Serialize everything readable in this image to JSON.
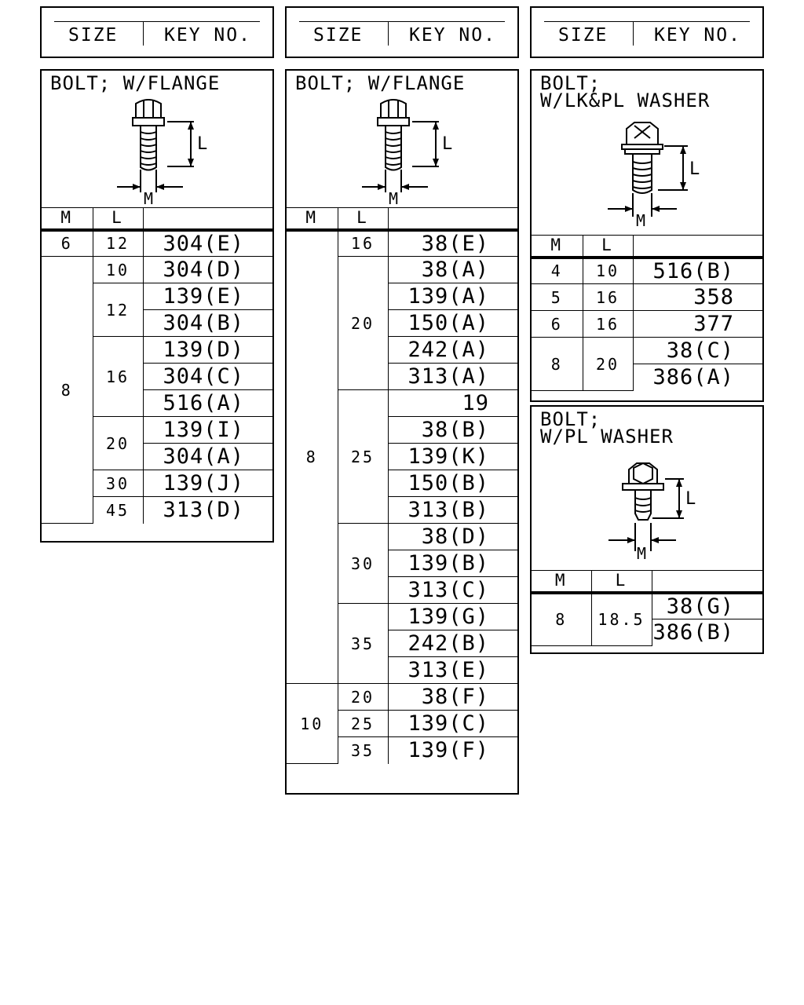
{
  "headers": [
    {
      "size": "SIZE",
      "key": "KEY NO."
    },
    {
      "size": "SIZE",
      "key": "KEY NO."
    },
    {
      "size": "SIZE",
      "key": "KEY NO."
    }
  ],
  "dimension_labels": {
    "length": "L",
    "diameter": "M"
  },
  "columns": {
    "m": "M",
    "l": "L"
  },
  "panels": [
    {
      "title": "BOLT; W/FLANGE",
      "groups": [
        {
          "m": "6",
          "lengths": [
            {
              "l": "12",
              "keys": [
                "304(E)"
              ]
            }
          ]
        },
        {
          "m": "8",
          "lengths": [
            {
              "l": "10",
              "keys": [
                "304(D)"
              ]
            },
            {
              "l": "12",
              "keys": [
                "139(E)",
                "304(B)"
              ]
            },
            {
              "l": "16",
              "keys": [
                "139(D)",
                "304(C)",
                "516(A)"
              ]
            },
            {
              "l": "20",
              "keys": [
                "139(I)",
                "304(A)"
              ]
            },
            {
              "l": "30",
              "keys": [
                "139(J)"
              ]
            },
            {
              "l": "45",
              "keys": [
                "313(D)"
              ]
            }
          ]
        }
      ]
    },
    {
      "title": "BOLT; W/FLANGE",
      "groups": [
        {
          "m": "8",
          "lengths": [
            {
              "l": "16",
              "keys": [
                "38(E)"
              ]
            },
            {
              "l": "20",
              "keys": [
                "38(A)",
                "139(A)",
                "150(A)",
                "242(A)",
                "313(A)"
              ]
            },
            {
              "l": "25",
              "keys": [
                "19",
                "38(B)",
                "139(K)",
                "150(B)",
                "313(B)"
              ]
            },
            {
              "l": "30",
              "keys": [
                "38(D)",
                "139(B)",
                "313(C)"
              ]
            },
            {
              "l": "35",
              "keys": [
                "139(G)",
                "242(B)",
                "313(E)"
              ]
            }
          ]
        },
        {
          "m": "10",
          "lengths": [
            {
              "l": "20",
              "keys": [
                "38(F)"
              ]
            },
            {
              "l": "25",
              "keys": [
                "139(C)"
              ]
            },
            {
              "l": "35",
              "keys": [
                "139(F)"
              ]
            }
          ]
        }
      ]
    },
    {
      "title": "BOLT;\nW/LK&PL WASHER",
      "groups": [
        {
          "m": "4",
          "lengths": [
            {
              "l": "10",
              "keys": [
                "516(B)"
              ]
            }
          ]
        },
        {
          "m": "5",
          "lengths": [
            {
              "l": "16",
              "keys": [
                "358"
              ]
            }
          ]
        },
        {
          "m": "6",
          "lengths": [
            {
              "l": "16",
              "keys": [
                "377"
              ]
            }
          ]
        },
        {
          "m": "8",
          "lengths": [
            {
              "l": "20",
              "keys": [
                "38(C)",
                "386(A)"
              ]
            }
          ]
        }
      ]
    },
    {
      "title": "BOLT;\nW/PL WASHER",
      "groups": [
        {
          "m": "8",
          "lengths": [
            {
              "l": "18.5",
              "keys": [
                "38(G)",
                "386(B)"
              ]
            }
          ]
        }
      ]
    }
  ]
}
